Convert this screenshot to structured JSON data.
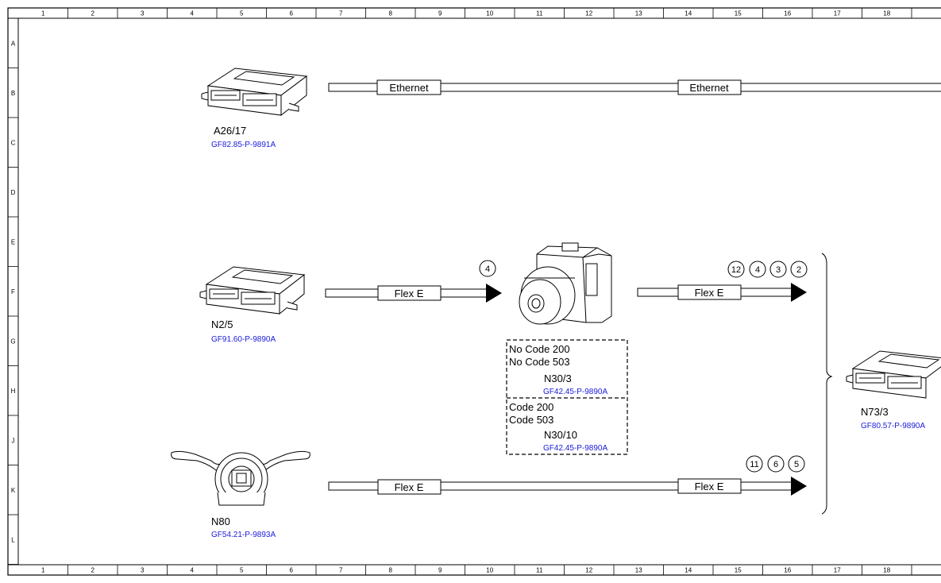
{
  "grid": {
    "columns": [
      "1",
      "2",
      "3",
      "4",
      "5",
      "6",
      "7",
      "8",
      "9",
      "10",
      "11",
      "12",
      "13",
      "14",
      "15",
      "16",
      "17",
      "18"
    ],
    "rows": [
      "A",
      "B",
      "C",
      "D",
      "E",
      "F",
      "G",
      "H",
      "J",
      "K",
      "L"
    ]
  },
  "components": {
    "a26_17": {
      "name": "A26/17",
      "ref": "GF82.85-P-9891A"
    },
    "n2_5": {
      "name": "N2/5",
      "ref": "GF91.60-P-9890A"
    },
    "n80": {
      "name": "N80",
      "ref": "GF54.21-P-9893A"
    },
    "n73_3": {
      "name": "N73/3",
      "ref": "GF80.57-P-9890A"
    }
  },
  "cables": {
    "ethernet_left": "Ethernet",
    "ethernet_right": "Ethernet",
    "flex_n2_5": "Flex E",
    "flex_n30": "Flex E",
    "flex_n80_left": "Flex E",
    "flex_n80_right": "Flex E"
  },
  "markers": {
    "n2_5_arrow": [
      "4"
    ],
    "n30_arrow": [
      "12",
      "4",
      "3",
      "2"
    ],
    "n80_arrow": [
      "11",
      "6",
      "5"
    ]
  },
  "variant_box": {
    "upper": {
      "line1": "No  Code 200",
      "line2": "No  Code 503",
      "name": "N30/3",
      "ref": "GF42.45-P-9890A"
    },
    "lower": {
      "line1": "Code 200",
      "line2": "Code 503",
      "name": "N30/10",
      "ref": "GF42.45-P-9890A"
    }
  }
}
